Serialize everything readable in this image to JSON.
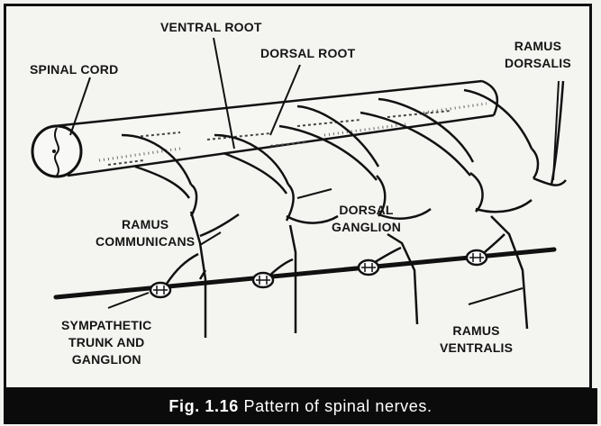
{
  "labels": {
    "ventral_root": "VENTRAL ROOT",
    "dorsal_root": "DORSAL ROOT",
    "spinal_cord": "SPINAL CORD",
    "ramus_dorsalis_1": "RAMUS",
    "ramus_dorsalis_2": "DORSALIS",
    "ramus_communicans_1": "RAMUS",
    "ramus_communicans_2": "COMMUNICANS",
    "dorsal_ganglion_1": "DORSAL",
    "dorsal_ganglion_2": "GANGLION",
    "sympathetic_1": "SYMPATHETIC",
    "sympathetic_2": "TRUNK AND",
    "sympathetic_3": "GANGLION",
    "ramus_ventralis_1": "RAMUS",
    "ramus_ventralis_2": "VENTRALIS"
  },
  "caption": {
    "fig": "Fig. 1.16",
    "text": "Pattern of spinal nerves."
  }
}
